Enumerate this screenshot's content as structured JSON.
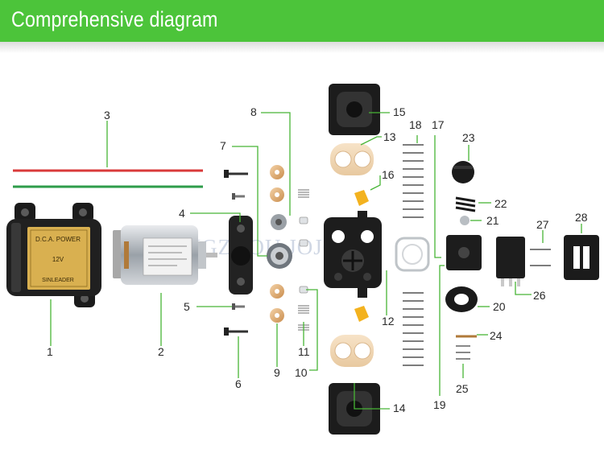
{
  "header": {
    "title": "Comprehensive diagram",
    "color": "#4cc43a"
  },
  "leader_color": "#47b536",
  "watermark": "GUANGZHOU JOJO",
  "part_labels": [
    "1",
    "2",
    "3",
    "4",
    "5",
    "6",
    "7",
    "8",
    "9",
    "10",
    "11",
    "12",
    "13",
    "14",
    "15",
    "16",
    "17",
    "18",
    "19",
    "20",
    "21",
    "22",
    "23",
    "24",
    "25",
    "26",
    "27",
    "28"
  ],
  "motor_label_text": [
    "D.C.A. POWER",
    "12V",
    "SINLEADER"
  ]
}
